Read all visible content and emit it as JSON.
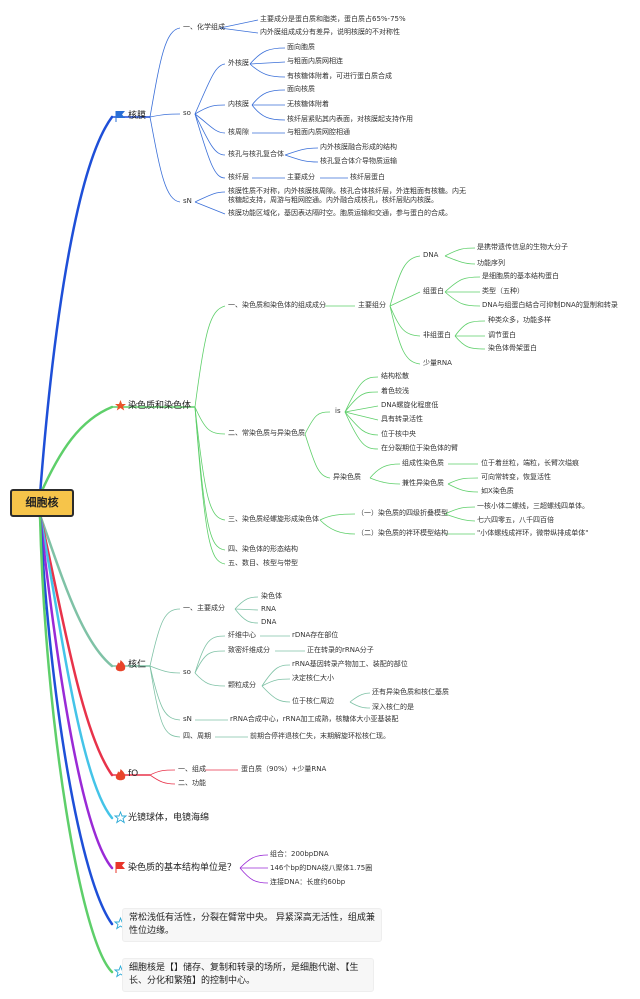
{
  "root": "细胞核",
  "nucleus_membrane": {
    "title": "核膜",
    "chem_label": "一、化学组成",
    "chem_1": "主要成分是蛋白质和脂类，蛋白质占65%-75%",
    "chem_2": "内外膜组成成分有差异，说明核膜的不对称性",
    "so_label": "so",
    "outer_label": "外核膜",
    "outer_1": "面向胞质",
    "outer_2": "与粗面内质网相连",
    "outer_3": "有核糖体附着，可进行蛋白质合成",
    "inner_label": "内核膜",
    "inner_1": "面向核质",
    "inner_2": "无核糖体附着",
    "inner_3": "核纤层紧贴其内表面，对核膜起支持作用",
    "perinuclear_label": "核周隙",
    "perinuclear_1": "与粗面内质网腔相通",
    "pore_label": "核孔与核孔复合体",
    "pore_1": "内外核膜融合形成的结构",
    "pore_2": "核孔复合体介导物质运输",
    "lamina_label": "核纤层",
    "lamina_1": "主要成分",
    "lamina_2": "核纤层蛋白",
    "sn_label": "sN",
    "sn_1": "核膜性质不对称，内外核膜核周隙。核孔合体核纤层，外连粗面有核糖。内无",
    "sn_2": "核糖起支持，周游与粗网腔通。内外融合成核孔，核纤层贴内核膜。",
    "sn_3": "核膜功能区域化，基因表达隔时空。胞质运输和交通，参与蛋白的合成。"
  },
  "chromatin": {
    "title": "染色质和染色体",
    "s1_label": "一、染色质和染色体的组成成分",
    "main_label": "主要组分",
    "dna_label": "DNA",
    "dna_1": "是携带遗传信息的生物大分子",
    "dna_2": "功能序列",
    "histone_label": "组蛋白",
    "histone_1": "是细胞质的基本结构蛋白",
    "histone_2": "类型（五种）",
    "histone_3": "DNA与组蛋白结合可抑制DNA的复制和转录",
    "nonhistone_label": "非组蛋白",
    "nonhistone_1": "种类众多，功能多样",
    "nonhistone_2": "调节蛋白",
    "nonhistone_3": "染色体骨架蛋白",
    "rna_label": "少量RNA",
    "s2_label": "二、常染色质与异染色质",
    "is_label": "is",
    "eu_1": "结构松散",
    "eu_2": "着色较浅",
    "eu_3": "DNA螺旋化程度低",
    "eu_4": "具有转录活性",
    "eu_5": "位于核中央",
    "eu_6": "在分裂期位于染色体的臂",
    "hetero_label": "异染色质",
    "constitutive_label": "组成性染色质",
    "constitutive_1": "位于着丝粒，端粒，长臂次缢痕",
    "facultative_label": "兼性异染色质",
    "facultative_1": "可向常转变，恢复活性",
    "facultative_2": "如X染色质",
    "s3_label": "三、染色质经螺旋形成染色体",
    "fold_label": "（一）染色质的四级折叠模型",
    "fold_1": "一核小体二螺线，三超螺线四单体。",
    "fold_2": "七六四零五，八千四百倍",
    "loop_label": "（二）染色质的袢环模型结构",
    "loop_1": "\"小体螺线成袢环，微带纵排成单体\"",
    "s4_label": "四、染色体的形态结构",
    "s5_label": "五、数目、核型与带型"
  },
  "nucleolus": {
    "title": "核仁",
    "comp_label": "一、主要成分",
    "comp_1": "染色体",
    "comp_2": "RNA",
    "comp_3": "DNA",
    "so_label": "so",
    "fc_label": "纤维中心",
    "fc_1": "rDNA存在部位",
    "dfc_label": "致密纤维成分",
    "dfc_1": "正在转录的rRNA分子",
    "gc_label": "颗粒成分",
    "gc_1": "rRNA基因转录产物加工、装配的部位",
    "gc_2": "决定核仁大小",
    "gc_3": "位于核仁周边",
    "gc_4": "还有异染色质和核仁基质",
    "gc_5": "深入核仁的是",
    "sn_label": "sN",
    "sn_1": "rRNA合成中心，rRNA加工成熟，核糖体大小亚基装配",
    "cycle_label": "四、周期",
    "cycle_1": "前期合停袢退核仁失，末期解旋环松核仁现。"
  },
  "fo": {
    "title": "fO",
    "comp_label": "一、组成",
    "comp_1": "蛋白质（90%）+少量RNA",
    "func_label": "二、功能"
  },
  "note_1": "光镜球体，电镜海绵",
  "unit": {
    "title": "染色质的基本结构单位是？",
    "item_1": "组合：200bpDNA",
    "item_2": "146个bp的DNA绕八聚体1.75圈",
    "item_3": "连接DNA：长度约60bp"
  },
  "note_2": "常松浅低有活性，分裂在臂常中央。 异紧深高无活性，组成兼性位边缘。",
  "note_3": "细胞核是【】储存、复制和转录的场所，是细胞代谢、【生长、分化和繁殖】的控制中心。",
  "colors": {
    "root_fill": "#f6c44a",
    "blue": "#1e4fd8",
    "green": "#5ecf6a",
    "teal": "#7fc2a6",
    "red": "#e8334a",
    "cyan": "#44c4e8",
    "purple": "#9a2ad6",
    "flag_blue": "#2a6fd6",
    "star_red": "#e8552a",
    "fire_red": "#e8442a",
    "star_cyan": "#2aa9d6",
    "flag_red": "#e8342a"
  },
  "icons": [
    "flag-icon",
    "star-icon",
    "fire-icon",
    "star-outline-icon",
    "flag-icon"
  ]
}
